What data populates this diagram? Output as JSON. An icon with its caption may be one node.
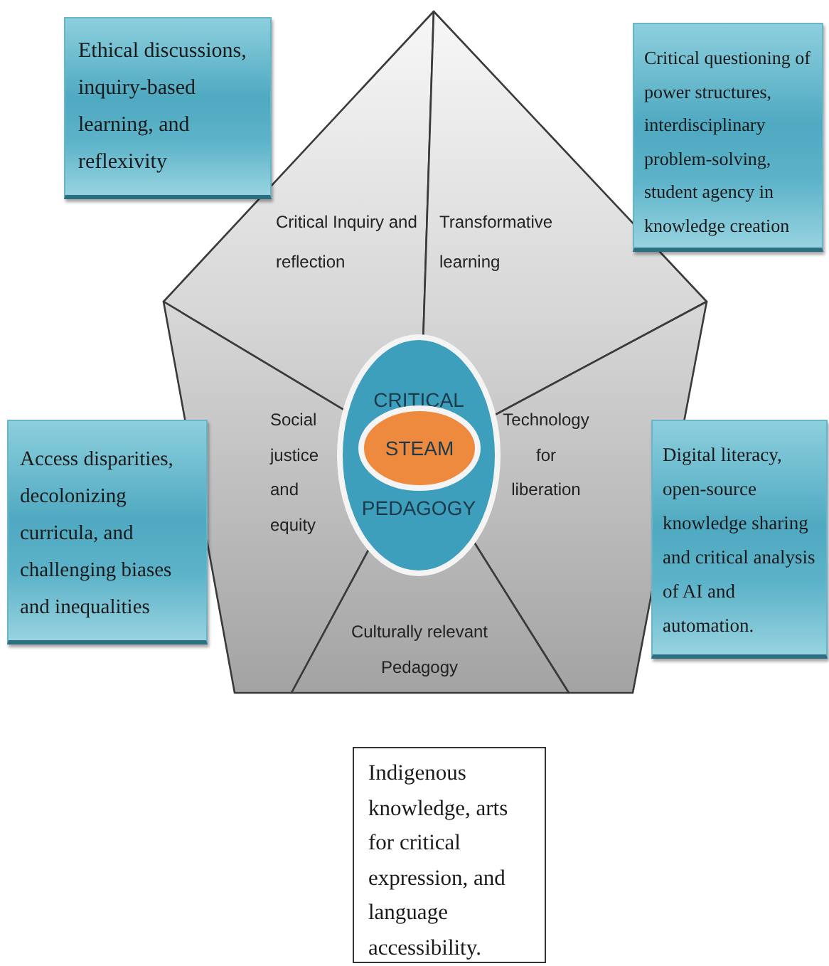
{
  "diagram": {
    "nodes": [
      {
        "text": [
          "Ethical discussions, inquiry-based learning, and reflexivity"
        ]
      },
      {
        "text": [
          "Critical questioning of power structures, interdisciplinary problem-solving, student agency in knowledge creation"
        ]
      },
      {
        "text": [
          "Critical Inquiry and reflection"
        ]
      },
      {
        "text": [
          "Transformative learning"
        ]
      },
      {
        "text": [
          "CRITICAL",
          "PEDAGOGY"
        ]
      },
      {
        "text": [
          "STEAM"
        ],
        "in": 4
      },
      {
        "text": [
          "Social justice and equity"
        ]
      },
      {
        "text": [
          "Technology for liberation"
        ]
      },
      {
        "text": [
          "Access disparities, decolonizing curricula, and challenging biases and inequalities"
        ]
      },
      {
        "text": [
          "Digital literacy, open-source knowledge sharing and critical analysis of AI and automation."
        ]
      },
      {
        "text": [
          "Culturally relevant Pedagogy"
        ]
      },
      {
        "text": [
          "Indigenous knowledge, arts for critical expression, and language accessibility."
        ]
      }
    ]
  }
}
